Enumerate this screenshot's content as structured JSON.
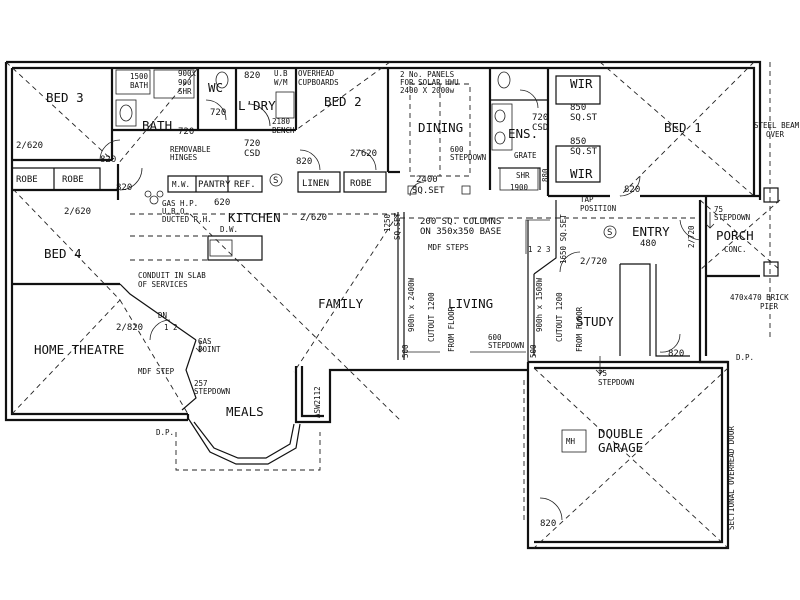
{
  "rooms": {
    "bed3": "BED 3",
    "bath": "BATH",
    "wc": "WC",
    "ldry": "L'DRY",
    "bed2": "BED 2",
    "dining": "DINING",
    "ens": "ENS.",
    "wir_top": "WIR",
    "wir_bottom": "WIR",
    "bed1": "BED 1",
    "bed4": "BED 4",
    "kitchen": "KITCHEN",
    "family": "FAMILY",
    "living": "LIVING",
    "entry": "ENTRY",
    "porch": "PORCH",
    "study": "STUDY",
    "home_theatre": "HOME THEATRE",
    "meals": "MEALS",
    "double_garage": [
      "DOUBLE",
      "GARAGE"
    ]
  },
  "labels": {
    "bath_1500": "1500",
    "bath_word": "BATH",
    "b900_1": "900x",
    "b900_2": "900",
    "shr_top": "SHR",
    "d720_bath": "720",
    "d720_wc": "720",
    "d820_ldry": "820",
    "ub_wm": [
      "U.B",
      "W/M"
    ],
    "overhead": [
      "OVERHEAD",
      "CUPBOARDS"
    ],
    "bench": [
      "2180",
      "BENCH"
    ],
    "csd_720_ldry": [
      "720",
      "CSD"
    ],
    "solar": [
      "2 No. PANELS",
      "FOR SOLAR HWU",
      "2400 X 2000w"
    ],
    "stepdown_600_dining": [
      "600",
      "STEPDOWN"
    ],
    "csd_720_ens": [
      "720",
      "CSD"
    ],
    "d850_1": "850",
    "sqst_1": "SQ.ST",
    "d850_2": "850",
    "sqst_2": "SQ.ST",
    "grate": "GRATE",
    "shr_ens": "SHR",
    "d1900": "1900",
    "d880": "880",
    "steel_beam": [
      "STEEL BEAM",
      "OVER"
    ],
    "d2620_a": "2/620",
    "removable_hinges": [
      "REMOVABLE",
      "HINGES"
    ],
    "d820_bed3": "820",
    "d820_hall": "820",
    "d2620_b": "2/620",
    "robe_1": "ROBE",
    "robe_2": "ROBE",
    "robe_3": "ROBE",
    "linen": "LINEN",
    "mw": "M.W.",
    "pantry": "PANTRY",
    "ref": "REF.",
    "d620_pantry": "620",
    "s_symbol_1": "S",
    "s_symbol_2": "S",
    "d2620_c": "2/620",
    "d820_robe": "820",
    "d2620_d": "2/620",
    "d2400": "2400",
    "sq_set_1": "SQ.SET",
    "d1250": "1250",
    "sq_set_2": "SQ.SET",
    "columns": [
      "200 SQ. COLUMNS",
      "ON 350x350 BASE"
    ],
    "mdf_steps": "MDF STEPS",
    "steps_123": "1 2 3",
    "sq_set_3": "1650 SQ.SET",
    "tap": [
      "TAP",
      "POSITION"
    ],
    "d480": "480",
    "d2720": "2/720",
    "d820_entry": "820",
    "stepdown_75_porch": [
      "75",
      "STEPDOWN"
    ],
    "conc": "CONC.",
    "d2720_porch": "2/720",
    "brick_pier": [
      "470x470 BRICK",
      "PIER"
    ],
    "gas_hp": [
      "GAS H.P.",
      "U.B.O.",
      "DUCTED R.H."
    ],
    "dw": "D.W.",
    "conduit": [
      "CONDUIT IN SLAB",
      "OF SERVICES"
    ],
    "d2820": "2/820",
    "dn": "DN",
    "step_12": "1 2",
    "gas_point": [
      "GAS",
      "POINT"
    ],
    "mdf_step": "MDF STEP",
    "stepdown_257": [
      "257",
      "STEPDOWN"
    ],
    "asw": "ASW2112",
    "cutout_1": [
      "900h x 2400W",
      "CUTOUT 1200",
      "FROM FLOOR"
    ],
    "cutout_2": [
      "900h x 1500W",
      "CUTOUT 1200",
      "FROM FLOOR"
    ],
    "d500_1": "500",
    "d500_2": "500",
    "stepdown_600_living": [
      "600",
      "STEPDOWN"
    ],
    "stepdown_75_garage": [
      "75",
      "STEPDOWN"
    ],
    "d820_study": "820",
    "dp_1": "D.P.",
    "dp_2": "D.P.",
    "sectional": "SECTIONAL OVERHEAD DOOR",
    "mh": "MH",
    "d820_garage": "820"
  }
}
